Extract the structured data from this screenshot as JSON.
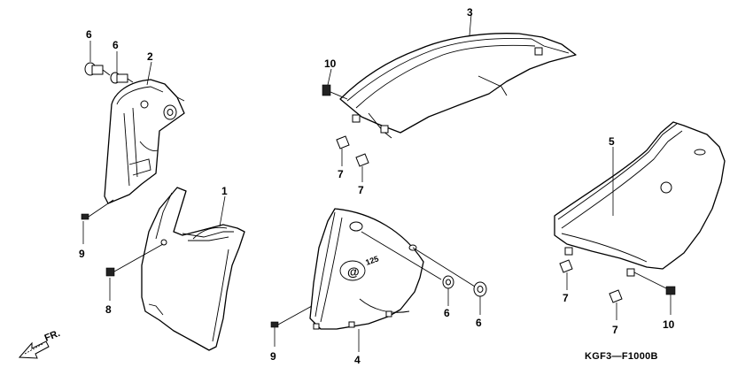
{
  "diagram": {
    "figure_code": "KGF3—F1000B",
    "direction_label": "FR.",
    "callouts": {
      "c6a": "6",
      "c6b": "6",
      "c2": "2",
      "c9a": "9",
      "c1": "1",
      "c8": "8",
      "c10a": "10",
      "c3": "3",
      "c7a": "7",
      "c7b": "7",
      "c6c": "6",
      "c6d": "6",
      "c9b": "9",
      "c4": "4",
      "c5": "5",
      "c7c": "7",
      "c7d": "7",
      "c10b": "10"
    }
  }
}
